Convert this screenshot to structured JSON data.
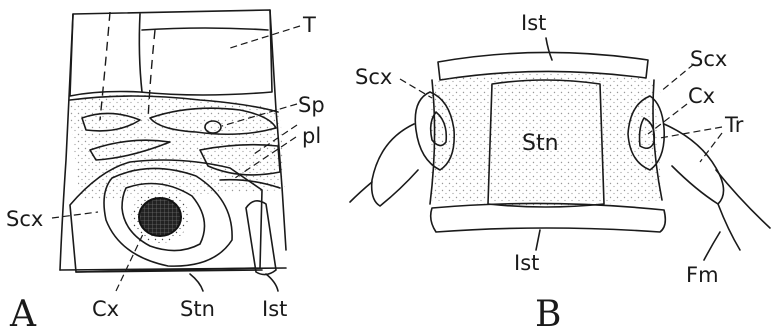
{
  "panels": {
    "A": {
      "letter": "A",
      "labels": {
        "T": "T",
        "Sp": "Sp",
        "pl": "pl",
        "Scx": "Scx",
        "Cx": "Cx",
        "Stn": "Stn",
        "Ist": "Ist"
      }
    },
    "B": {
      "letter": "B",
      "labels": {
        "Ist_top": "Ist",
        "Scx_left": "Scx",
        "Scx_right": "Scx",
        "Cx": "Cx",
        "Tr": "Tr",
        "Stn": "Stn",
        "Ist_bottom": "Ist",
        "Fm": "Fm"
      }
    }
  }
}
